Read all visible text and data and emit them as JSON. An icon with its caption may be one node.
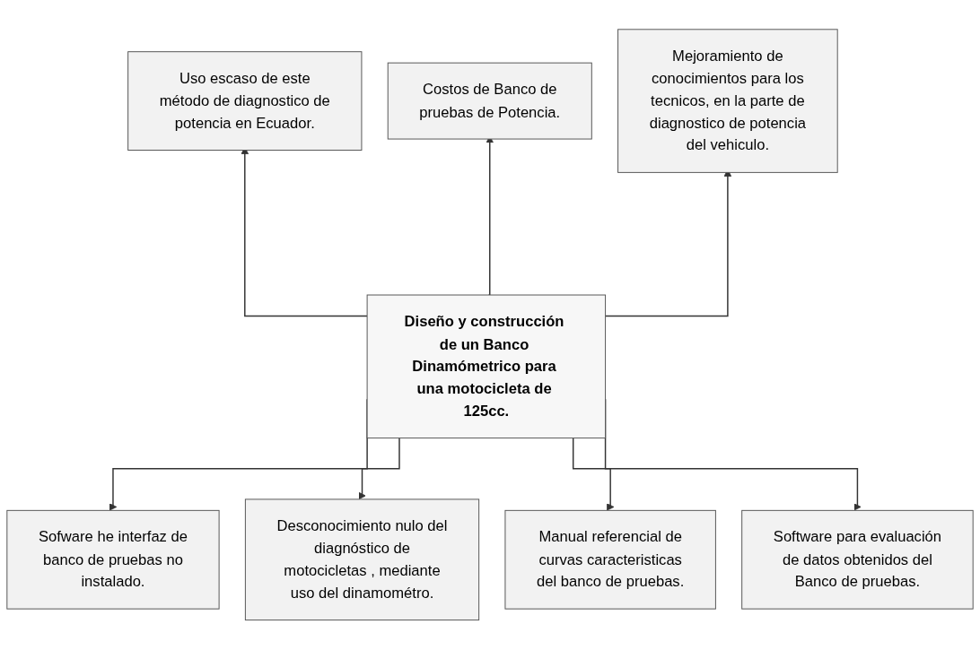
{
  "diagram": {
    "nodes": [
      {
        "text": [
          "Uso escaso de este método de diagnostico de potencia en Ecuador."
        ]
      },
      {
        "text": [
          "Costos de Banco de pruebas de  Potencia."
        ]
      },
      {
        "text": [
          "Mejoramiento de conocimientos para los tecnicos, en la parte de diagnostico de potencia del vehiculo."
        ]
      },
      {
        "text": [
          "Diseño y construcción de un Banco Dinamómetrico para una motocicleta de 125cc."
        ]
      },
      {
        "text": [
          "Sofware  he interfaz de banco de pruebas no instalado."
        ]
      },
      {
        "text": [
          "Desconocimiento nulo del diagnóstico de motocicletas , mediante uso  del dinamométro."
        ]
      },
      {
        "text": [
          "Manual  referencial de curvas caracteristicas del banco de pruebas."
        ]
      },
      {
        "text": [
          "Software para evaluación de datos obtenidos del Banco de pruebas."
        ]
      }
    ],
    "edges": [
      {
        "from": 3,
        "to": 0,
        "arrow": "to"
      },
      {
        "from": 3,
        "to": 1,
        "arrow": "to"
      },
      {
        "from": 3,
        "to": 2,
        "arrow": "to"
      },
      {
        "from": 3,
        "to": 4,
        "arrow": "to"
      },
      {
        "from": 3,
        "to": 5,
        "arrow": "to"
      },
      {
        "from": 3,
        "to": 6,
        "arrow": "to"
      },
      {
        "from": 3,
        "to": 7,
        "arrow": "to"
      }
    ]
  }
}
